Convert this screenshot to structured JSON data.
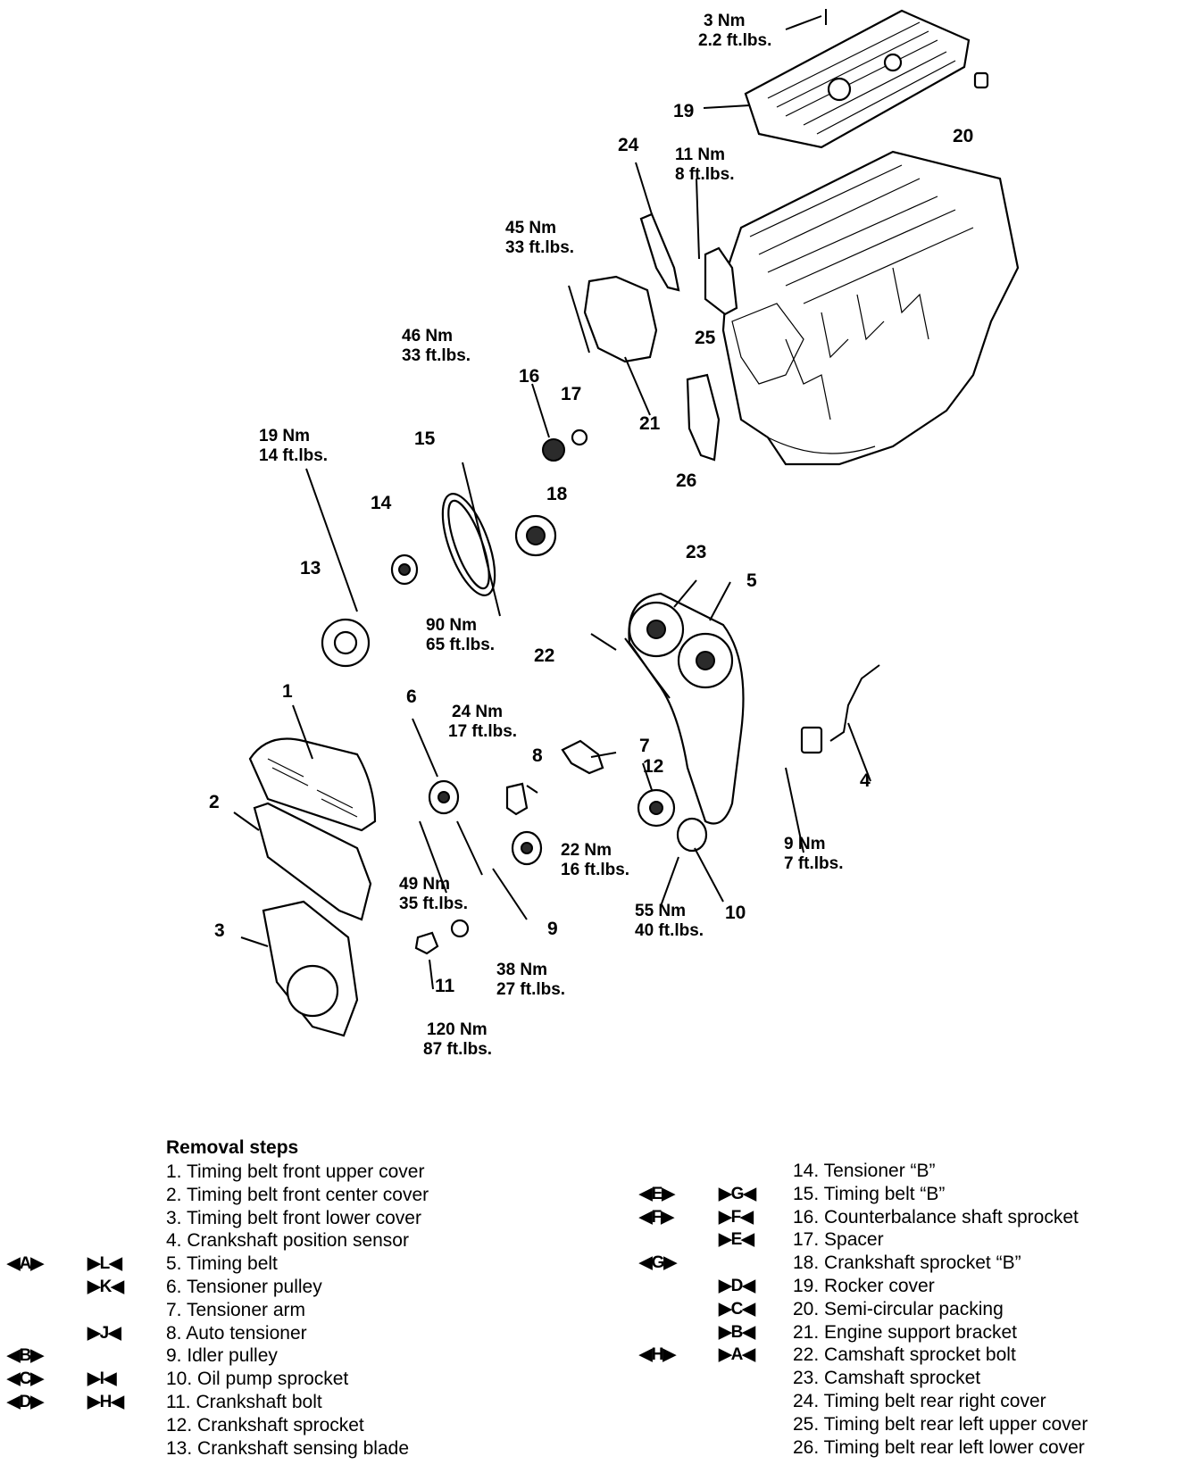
{
  "part_labels": [
    {
      "id": "1",
      "text": "1"
    },
    {
      "id": "2",
      "text": "2"
    },
    {
      "id": "3",
      "text": "3"
    },
    {
      "id": "4",
      "text": "4"
    },
    {
      "id": "5",
      "text": "5"
    },
    {
      "id": "6",
      "text": "6"
    },
    {
      "id": "7",
      "text": "7"
    },
    {
      "id": "8",
      "text": "8"
    },
    {
      "id": "9",
      "text": "9"
    },
    {
      "id": "10",
      "text": "10"
    },
    {
      "id": "11",
      "text": "11"
    },
    {
      "id": "12",
      "text": "12"
    },
    {
      "id": "13",
      "text": "13"
    },
    {
      "id": "14",
      "text": "14"
    },
    {
      "id": "15",
      "text": "15"
    },
    {
      "id": "16",
      "text": "16"
    },
    {
      "id": "17",
      "text": "17"
    },
    {
      "id": "18",
      "text": "18"
    },
    {
      "id": "19",
      "text": "19"
    },
    {
      "id": "20",
      "text": "20"
    },
    {
      "id": "21",
      "text": "21"
    },
    {
      "id": "22",
      "text": "22"
    },
    {
      "id": "23",
      "text": "23"
    },
    {
      "id": "24",
      "text": "24"
    },
    {
      "id": "25",
      "text": "25"
    },
    {
      "id": "26",
      "text": "26"
    }
  ],
  "torques": [
    {
      "id": "t3",
      "nm": "3 Nm",
      "ft": "2.2 ft.lbs."
    },
    {
      "id": "t11",
      "nm": "11 Nm",
      "ft": "8 ft.lbs."
    },
    {
      "id": "t45",
      "nm": "45 Nm",
      "ft": "33 ft.lbs."
    },
    {
      "id": "t46",
      "nm": "46 Nm",
      "ft": "33 ft.lbs."
    },
    {
      "id": "t19",
      "nm": "19 Nm",
      "ft": "14 ft.lbs."
    },
    {
      "id": "t90",
      "nm": "90 Nm",
      "ft": "65 ft.lbs."
    },
    {
      "id": "t24",
      "nm": "24 Nm",
      "ft": "17 ft.lbs."
    },
    {
      "id": "t22",
      "nm": "22 Nm",
      "ft": "16 ft.lbs."
    },
    {
      "id": "t9",
      "nm": "9 Nm",
      "ft": "7 ft.lbs."
    },
    {
      "id": "t49",
      "nm": "49 Nm",
      "ft": "35 ft.lbs."
    },
    {
      "id": "t55",
      "nm": "55 Nm",
      "ft": "40 ft.lbs."
    },
    {
      "id": "t38",
      "nm": "38 Nm",
      "ft": "27 ft.lbs."
    },
    {
      "id": "t120",
      "nm": "120 Nm",
      "ft": "87 ft.lbs."
    }
  ],
  "removal": {
    "title": "Removal steps",
    "left": [
      {
        "c1": "",
        "c2": "",
        "text": "1. Timing belt front upper cover"
      },
      {
        "c1": "",
        "c2": "",
        "text": "2. Timing belt front center cover"
      },
      {
        "c1": "",
        "c2": "",
        "text": "3. Timing belt front lower cover"
      },
      {
        "c1": "",
        "c2": "",
        "text": "4. Crankshaft position sensor"
      },
      {
        "c1": "◀A▶",
        "c2": "▶L◀",
        "text": "5. Timing belt"
      },
      {
        "c1": "",
        "c2": "▶K◀",
        "text": "6. Tensioner pulley"
      },
      {
        "c1": "",
        "c2": "",
        "text": "7. Tensioner arm"
      },
      {
        "c1": "",
        "c2": "▶J◀",
        "text": "8. Auto tensioner"
      },
      {
        "c1": "◀B▶",
        "c2": "",
        "text": "9. Idler pulley"
      },
      {
        "c1": "◀C▶",
        "c2": "▶I◀",
        "text": "10. Oil pump sprocket"
      },
      {
        "c1": "◀D▶",
        "c2": "▶H◀",
        "text": "11. Crankshaft bolt"
      },
      {
        "c1": "",
        "c2": "",
        "text": "12. Crankshaft sprocket"
      },
      {
        "c1": "",
        "c2": "",
        "text": "13. Crankshaft sensing blade"
      }
    ],
    "right": [
      {
        "c1": "",
        "c2": "",
        "text": "14. Tensioner “B”"
      },
      {
        "c1": "◀E▶",
        "c2": "▶G◀",
        "text": "15. Timing belt “B”"
      },
      {
        "c1": "◀F▶",
        "c2": "▶F◀",
        "text": "16. Counterbalance shaft sprocket"
      },
      {
        "c1": "",
        "c2": "▶E◀",
        "text": "17. Spacer"
      },
      {
        "c1": "◀G▶",
        "c2": "",
        "text": "18. Crankshaft sprocket “B”"
      },
      {
        "c1": "",
        "c2": "▶D◀",
        "text": "19. Rocker cover"
      },
      {
        "c1": "",
        "c2": "▶C◀",
        "text": "20. Semi-circular packing"
      },
      {
        "c1": "",
        "c2": "▶B◀",
        "text": "21. Engine support bracket"
      },
      {
        "c1": "◀H▶",
        "c2": "▶A◀",
        "text": "22. Camshaft sprocket bolt"
      },
      {
        "c1": "",
        "c2": "",
        "text": "23. Camshaft sprocket"
      },
      {
        "c1": "",
        "c2": "",
        "text": "24. Timing belt rear right cover"
      },
      {
        "c1": "",
        "c2": "",
        "text": "25. Timing belt rear left upper cover"
      },
      {
        "c1": "",
        "c2": "",
        "text": "26. Timing belt rear left lower cover"
      }
    ]
  }
}
